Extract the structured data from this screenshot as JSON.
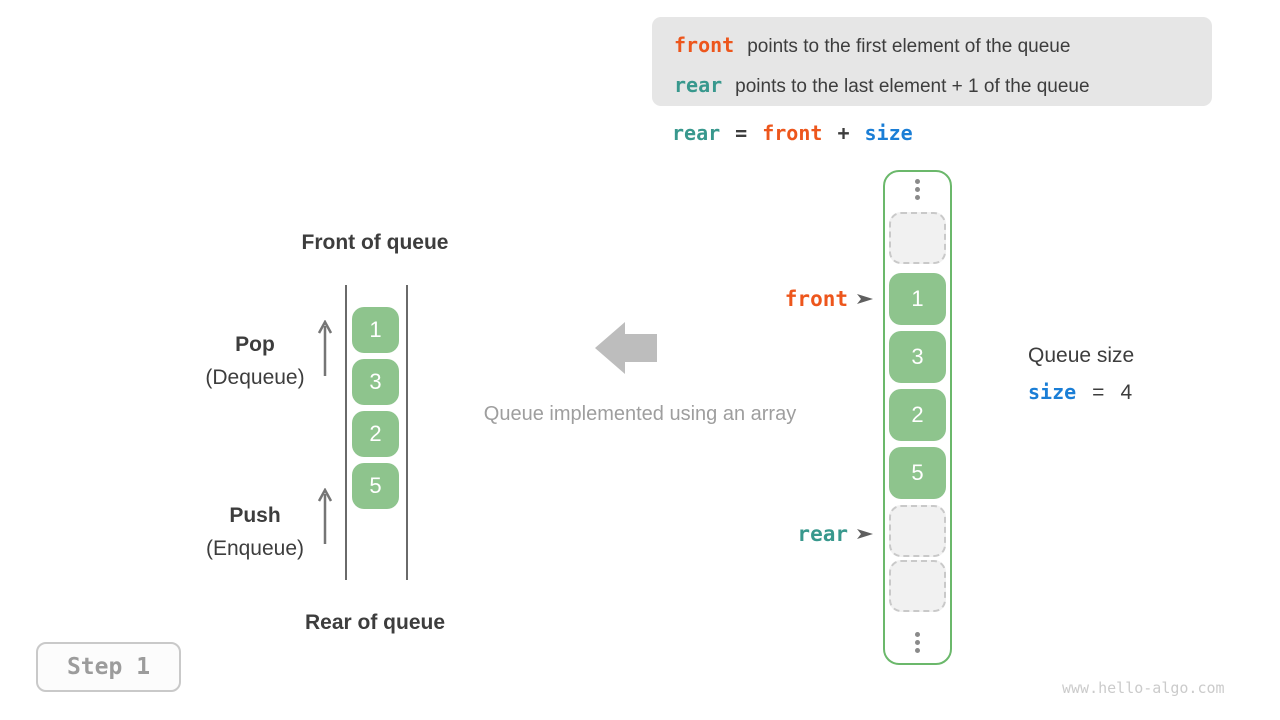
{
  "colors": {
    "orange": "#ED561C",
    "teal": "#38988D",
    "blue": "#1A7ED6",
    "green": "#8EC48D",
    "green-border": "#6BB86B",
    "dark": "#3D3D3D",
    "legend-bg": "#E6E6E6"
  },
  "legend": {
    "line1": {
      "keyword": "front",
      "text": "points to the first element of the queue"
    },
    "line2": {
      "keyword": "rear",
      "text": "points to the last element + 1 of the queue"
    }
  },
  "formula": {
    "lhs": "rear",
    "eq": "=",
    "operand1": "front",
    "plus": "+",
    "operand2": "size"
  },
  "stack_diagram": {
    "front_label": "Front of queue",
    "rear_label": "Rear of queue",
    "pop": {
      "title": "Pop",
      "subtitle": "(Dequeue)"
    },
    "push": {
      "title": "Push",
      "subtitle": "(Enqueue)"
    },
    "values": [
      "1",
      "3",
      "2",
      "5"
    ]
  },
  "center": {
    "caption": "Queue implemented using an array"
  },
  "array_diagram": {
    "front_pointer": "front",
    "rear_pointer": "rear",
    "values": [
      "1",
      "3",
      "2",
      "5"
    ]
  },
  "queue_size": {
    "label": "Queue size",
    "keyword": "size",
    "eq": "=",
    "value": "4"
  },
  "step": {
    "label": "Step 1"
  },
  "watermark": "www.hello-algo.com"
}
